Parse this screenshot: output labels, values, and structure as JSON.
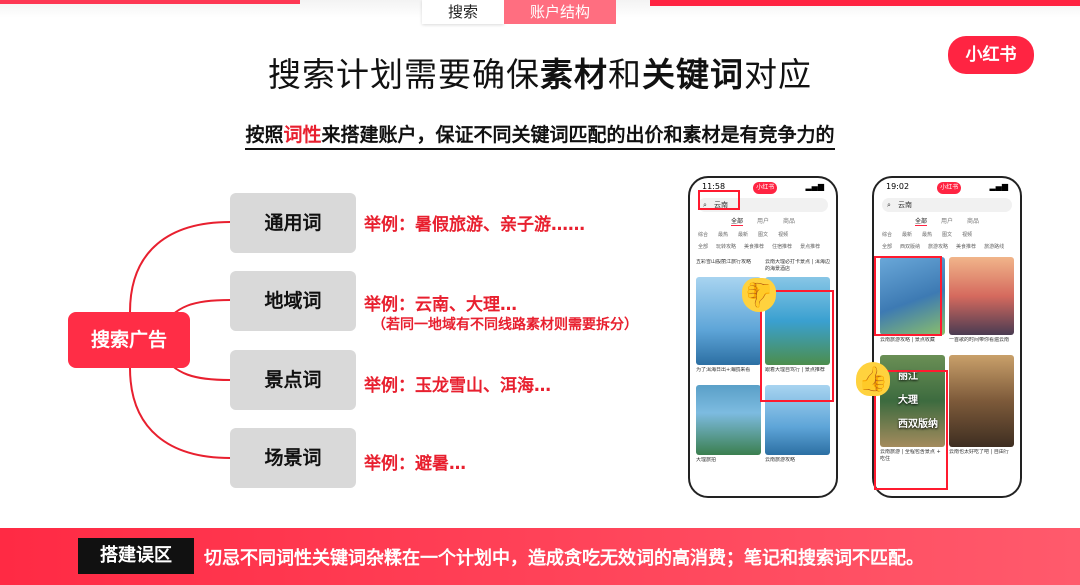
{
  "tabs": [
    {
      "label": "搜索"
    },
    {
      "label": "账户结构"
    }
  ],
  "logo": {
    "text": "小红书"
  },
  "title": {
    "part1": "搜索计划需要确保",
    "bold1": "素材",
    "part2": "和",
    "bold2": "关键词",
    "part3": "对应"
  },
  "subtitle": {
    "part1": "按照",
    "red": "词性",
    "part2": "来搭建账户，保证不同关键词匹配的出价和素材是有竞争力的"
  },
  "tree": {
    "root": "搜索广告",
    "nodes": [
      {
        "label": "通用词",
        "example": "举例：暑假旅游、亲子游……"
      },
      {
        "label": "地域词",
        "example": "举例：云南、大理…",
        "note": "（若同一地域有不同线路素材则需要拆分）"
      },
      {
        "label": "景点词",
        "example": "举例：玉龙雪山、洱海…"
      },
      {
        "label": "场景词",
        "example": "举例：避暑…"
      }
    ]
  },
  "phones": [
    {
      "time": "11:58",
      "badge": "小红书",
      "query": "云南",
      "tabs": [
        "全部",
        "用户",
        "商品"
      ],
      "filters": [
        "综合",
        "最热",
        "最新",
        "图文",
        "视频"
      ],
      "chips": [
        "全部",
        "玩转攻略",
        "美食推荐",
        "住宿推荐",
        "景点推荐"
      ],
      "captions": [
        "五彩雪山般丽江旅行攻略",
        "云南大理必打卡景点 | 洱海边的海景酒店",
        "为了洱海日出+海鸥来看",
        "跟着大理自驾行 | 景点推荐",
        "大理旅拍",
        "云南旅游攻略"
      ]
    },
    {
      "time": "19:02",
      "badge": "小红书",
      "query": "云南",
      "tabs": [
        "全部",
        "用户",
        "商品"
      ],
      "filters": [
        "综合",
        "最新",
        "最热",
        "图文",
        "视频"
      ],
      "chips": [
        "全部",
        "西双版纳",
        "旅游攻略",
        "美食推荐",
        "旅游路线"
      ],
      "captions": [
        "云南旅游攻略 | 景点收藏",
        "一首歌的时间带你看遍云南",
        "云南旅游 | 全程包含景点 + 吃住",
        "云南也太好吃了吧 | 自由行"
      ],
      "overlay": [
        "丽江",
        "大理",
        "西双版纳"
      ]
    }
  ],
  "bottom": {
    "label": "搭建误区",
    "text": "切忌不同词性关键词杂糅在一个计划中，造成贪吃无效词的高消费；笔记和搜索词不匹配。"
  }
}
